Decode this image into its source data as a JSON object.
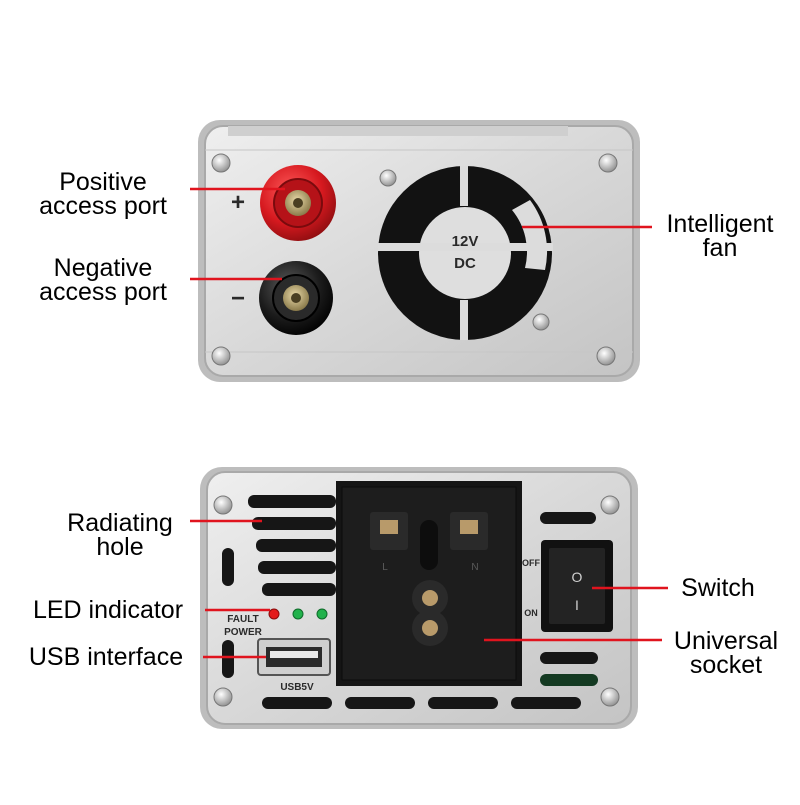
{
  "colors": {
    "leader_line": "#e0141e",
    "panel_silver": "#d9d9d9",
    "positive_terminal": "#d6191f",
    "negative_terminal": "#1c1c1c",
    "led_red": "#e41a1a",
    "led_green": "#22b24c"
  },
  "top_panel": {
    "plus_symbol": "+",
    "minus_symbol": "−",
    "fan_voltage": "12V",
    "fan_type": "DC"
  },
  "bottom_panel": {
    "fault_label": "FAULT",
    "power_label": "POWER",
    "usb_label": "USB5V",
    "switch_off_label": "OFF",
    "switch_on_label": "ON",
    "socket_pin_left": "L",
    "socket_pin_right": "N",
    "rocker_symbol_off": "O",
    "rocker_symbol_on": "I"
  },
  "callouts": {
    "positive": {
      "line1": "Positive",
      "line2": "access port"
    },
    "negative": {
      "line1": "Negative",
      "line2": "access port"
    },
    "fan": {
      "line1": "Intelligent",
      "line2": "fan"
    },
    "radiating": {
      "line1": "Radiating",
      "line2": "hole"
    },
    "led": {
      "line1": "LED indicator"
    },
    "usb": {
      "line1": "USB interface"
    },
    "switch": {
      "line1": "Switch"
    },
    "socket": {
      "line1": "Universal",
      "line2": "socket"
    }
  }
}
